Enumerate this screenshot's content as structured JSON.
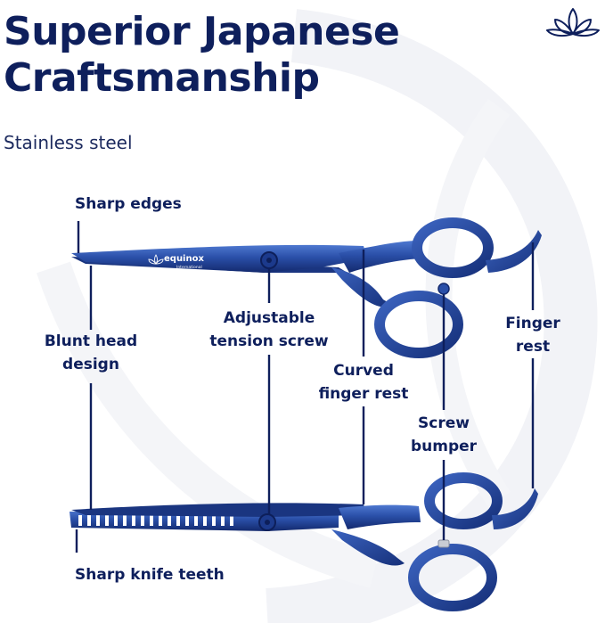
{
  "header": {
    "title_line1": "Superior Japanese",
    "title_line2": "Craftsmanship",
    "subtitle": "Stainless steel"
  },
  "brand": {
    "logo_icon": "lotus-icon",
    "blade_engraving": "equinox",
    "blade_engraving_sub": "International"
  },
  "callouts": {
    "sharp_edges": "Sharp edges",
    "blunt_head_1": "Blunt head",
    "blunt_head_2": "design",
    "tension_1": "Adjustable",
    "tension_2": "tension screw",
    "curved_1": "Curved",
    "curved_2": "finger rest",
    "finger_1": "Finger",
    "finger_2": "rest",
    "bumper_1": "Screw",
    "bumper_2": "bumper",
    "knife_teeth": "Sharp knife teeth"
  },
  "colors": {
    "navy": "#0e1f5c",
    "blade_blue": "#2a4fa8",
    "blade_dark": "#1a3580",
    "swirl": "#f2f3f7"
  }
}
